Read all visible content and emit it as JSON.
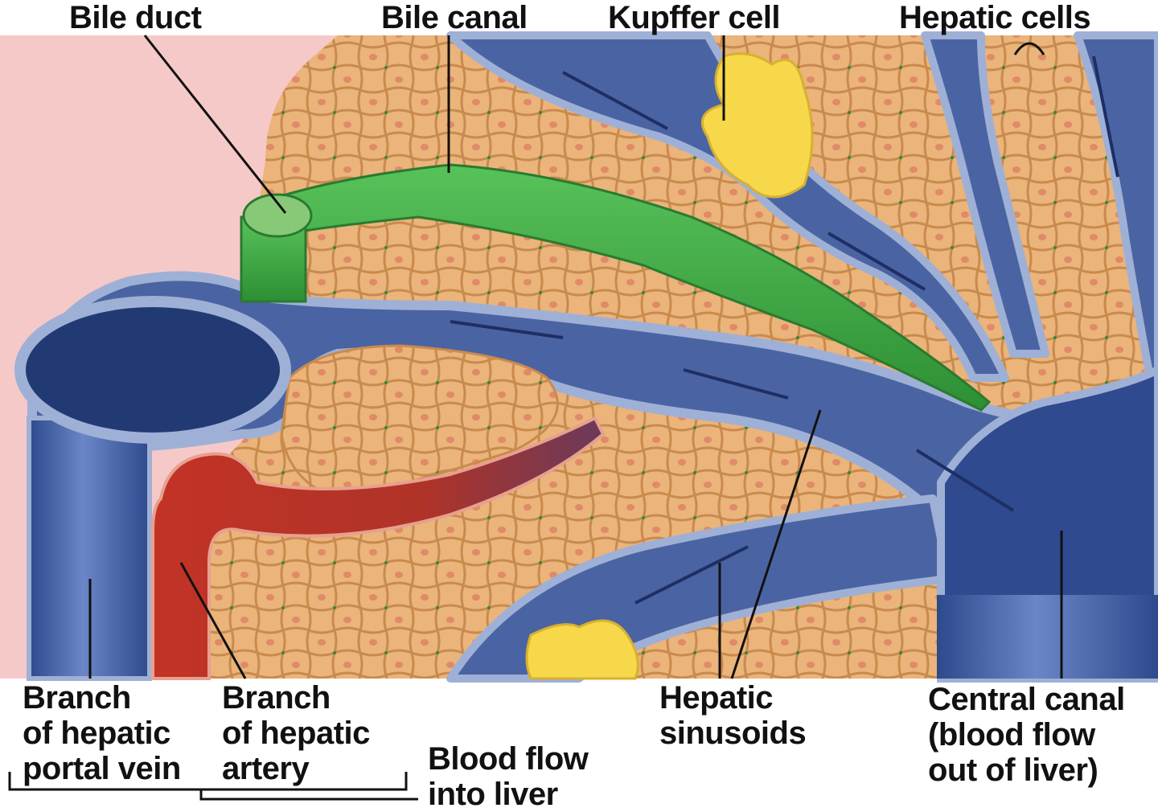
{
  "labels": {
    "bile_duct": "Bile duct",
    "bile_canal": "Bile canal",
    "kupffer_cell": "Kupffer cell",
    "hepatic_cells": "Hepatic cells",
    "portal_vein": [
      "Branch",
      "of hepatic",
      "portal vein"
    ],
    "hepatic_artery": [
      "Branch",
      "of hepatic",
      "artery"
    ],
    "blood_flow_in": [
      "Blood flow",
      "into liver"
    ],
    "sinusoids": [
      "Hepatic",
      "sinusoids"
    ],
    "central_canal": [
      "Central canal",
      "(blood flow",
      "out of liver)"
    ]
  },
  "colors": {
    "background": "#ffffff",
    "pink_tissue": "#f6c9c9",
    "hepatocyte": "#eab47a",
    "hepatocyte_edge": "#c98a4e",
    "vessel_blue": "#3f5a98",
    "vessel_light": "#93a6cf",
    "bile_green": "#3aa640",
    "artery_red": "#c23326",
    "kupffer_yellow": "#f6d84a"
  }
}
